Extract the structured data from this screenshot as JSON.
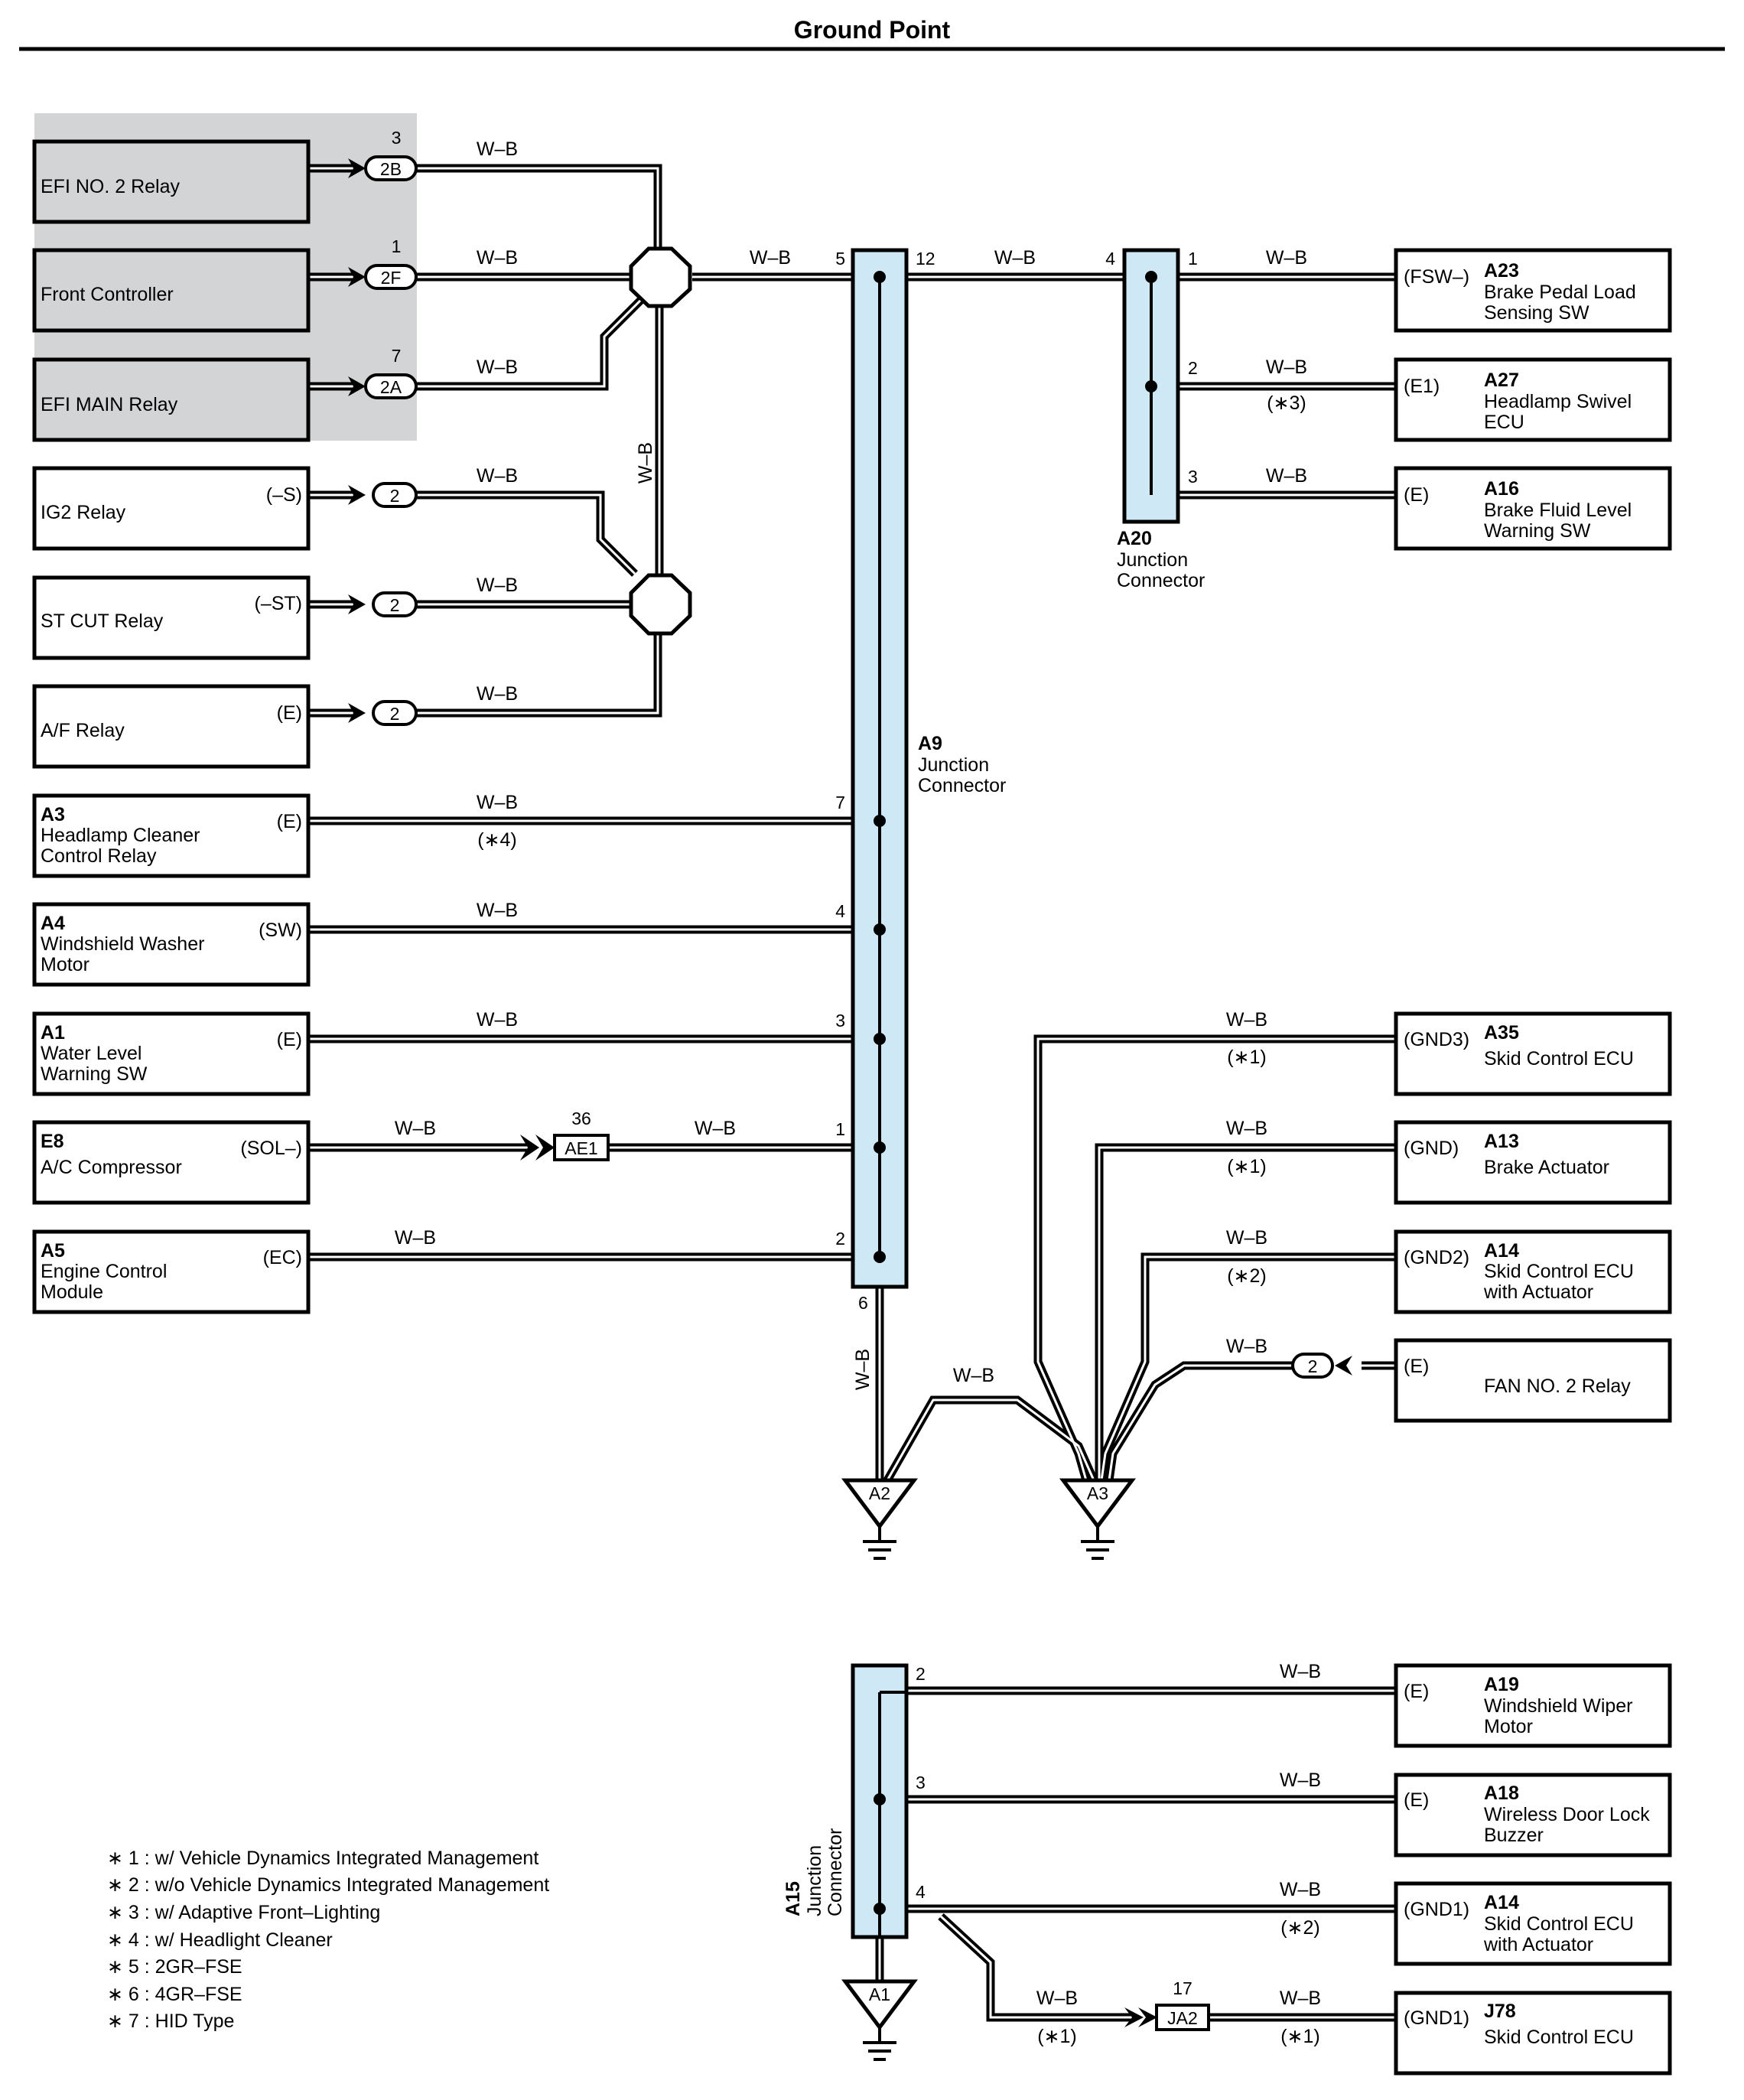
{
  "title": "Ground Point",
  "wire_color": "W–B",
  "left_components": [
    {
      "name": "EFI NO. 2 Relay",
      "connector": "2B",
      "pin": "3",
      "terminal": ""
    },
    {
      "name": "Front Controller",
      "connector": "2F",
      "pin": "1",
      "terminal": ""
    },
    {
      "name": "EFI MAIN Relay",
      "connector": "2A",
      "pin": "7",
      "terminal": ""
    },
    {
      "name": "IG2 Relay",
      "connector": "2",
      "pin": "",
      "terminal": "(–S)"
    },
    {
      "name": "ST CUT Relay",
      "connector": "2",
      "pin": "",
      "terminal": "(–ST)"
    },
    {
      "name": "A/F Relay",
      "connector": "2",
      "pin": "",
      "terminal": "(E)"
    }
  ],
  "left_coded_components": [
    {
      "code": "A3",
      "lines": [
        "Headlamp Cleaner",
        "Control Relay"
      ],
      "terminal": "(E)",
      "pin": "7",
      "note": "(∗4)"
    },
    {
      "code": "A4",
      "lines": [
        "Windshield Washer",
        "Motor"
      ],
      "terminal": "(SW)",
      "pin": "4",
      "note": ""
    },
    {
      "code": "A1",
      "lines": [
        "Water Level",
        "Warning SW"
      ],
      "terminal": "(E)",
      "pin": "3",
      "note": ""
    },
    {
      "code": "E8",
      "lines": [
        "A/C Compressor"
      ],
      "terminal": "(SOL–)",
      "pin": "1",
      "note": ""
    },
    {
      "code": "A5",
      "lines": [
        "Engine Control",
        "Module"
      ],
      "terminal": "(EC)",
      "pin": "2",
      "note": ""
    }
  ],
  "inline_connector_ae1": {
    "name": "AE1",
    "pin": "36"
  },
  "junction_a9": {
    "code": "A9",
    "lines": [
      "Junction",
      "Connector"
    ],
    "top_pin": "5",
    "right_pin": "12",
    "bottom_pin": "6"
  },
  "junction_a20": {
    "code": "A20",
    "lines": [
      "Junction",
      "Connector"
    ],
    "left_pin": "4"
  },
  "right_top_components": [
    {
      "code": "A23",
      "lines": [
        "Brake Pedal Load",
        "Sensing SW"
      ],
      "terminal": "(FSW–)",
      "pin": "1",
      "note": ""
    },
    {
      "code": "A27",
      "lines": [
        "Headlamp Swivel",
        "ECU"
      ],
      "terminal": "(E1)",
      "pin": "2",
      "note": "(∗3)"
    },
    {
      "code": "A16",
      "lines": [
        "Brake Fluid Level",
        "Warning SW"
      ],
      "terminal": "(E)",
      "pin": "3",
      "note": ""
    }
  ],
  "right_mid_components": [
    {
      "code": "A35",
      "lines": [
        "Skid Control ECU"
      ],
      "terminal": "(GND3)",
      "note": "(∗1)"
    },
    {
      "code": "A13",
      "lines": [
        "Brake Actuator"
      ],
      "terminal": "(GND)",
      "note": "(∗1)"
    },
    {
      "code": "A14",
      "lines": [
        "Skid Control ECU",
        "with Actuator"
      ],
      "terminal": "(GND2)",
      "note": "(∗2)"
    },
    {
      "code": "",
      "lines": [
        "FAN NO. 2 Relay"
      ],
      "terminal": "(E)",
      "note": "",
      "connector": "2"
    }
  ],
  "grounds": [
    "A2",
    "A3",
    "A1"
  ],
  "junction_a15": {
    "code": "A15",
    "lines": [
      "Junction",
      "Connector"
    ]
  },
  "right_bottom_components": [
    {
      "code": "A19",
      "lines": [
        "Windshield Wiper",
        "Motor"
      ],
      "terminal": "(E)",
      "pin": "2",
      "note": ""
    },
    {
      "code": "A18",
      "lines": [
        "Wireless Door Lock",
        "Buzzer"
      ],
      "terminal": "(E)",
      "pin": "3",
      "note": ""
    },
    {
      "code": "A14",
      "lines": [
        "Skid Control ECU",
        "with Actuator"
      ],
      "terminal": "(GND1)",
      "pin": "4",
      "note": "(∗2)"
    },
    {
      "code": "J78",
      "lines": [
        "Skid Control ECU"
      ],
      "terminal": "(GND1)",
      "pin": "",
      "note": "(∗1)"
    }
  ],
  "inline_connector_ja2": {
    "name": "JA2",
    "pin": "17",
    "note": "(∗1)"
  },
  "footnotes": [
    "∗ 1 : w/ Vehicle Dynamics Integrated Management",
    "∗ 2 : w/o Vehicle Dynamics Integrated Management",
    "∗ 3 : w/ Adaptive Front–Lighting",
    "∗ 4 : w/ Headlight Cleaner",
    "∗ 5 : 2GR–FSE",
    "∗ 6 : 4GR–FSE",
    "∗ 7 : HID Type"
  ]
}
